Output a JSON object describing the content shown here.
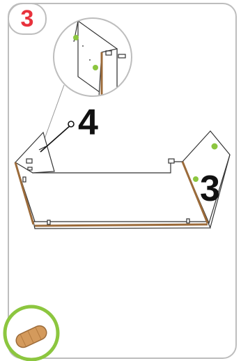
{
  "step": {
    "number": "3",
    "color": "#e8323c"
  },
  "callouts": {
    "part_4": "4",
    "part_3": "3"
  },
  "colors": {
    "dot": "#8cc63f",
    "wood_edge": "#9c6b3a",
    "dowel_ring": "#8cc63f",
    "frame": "#bdbdbd"
  },
  "icons": {
    "dowel": "wooden-dowel-icon",
    "zoom": "magnified-detail-circle"
  }
}
